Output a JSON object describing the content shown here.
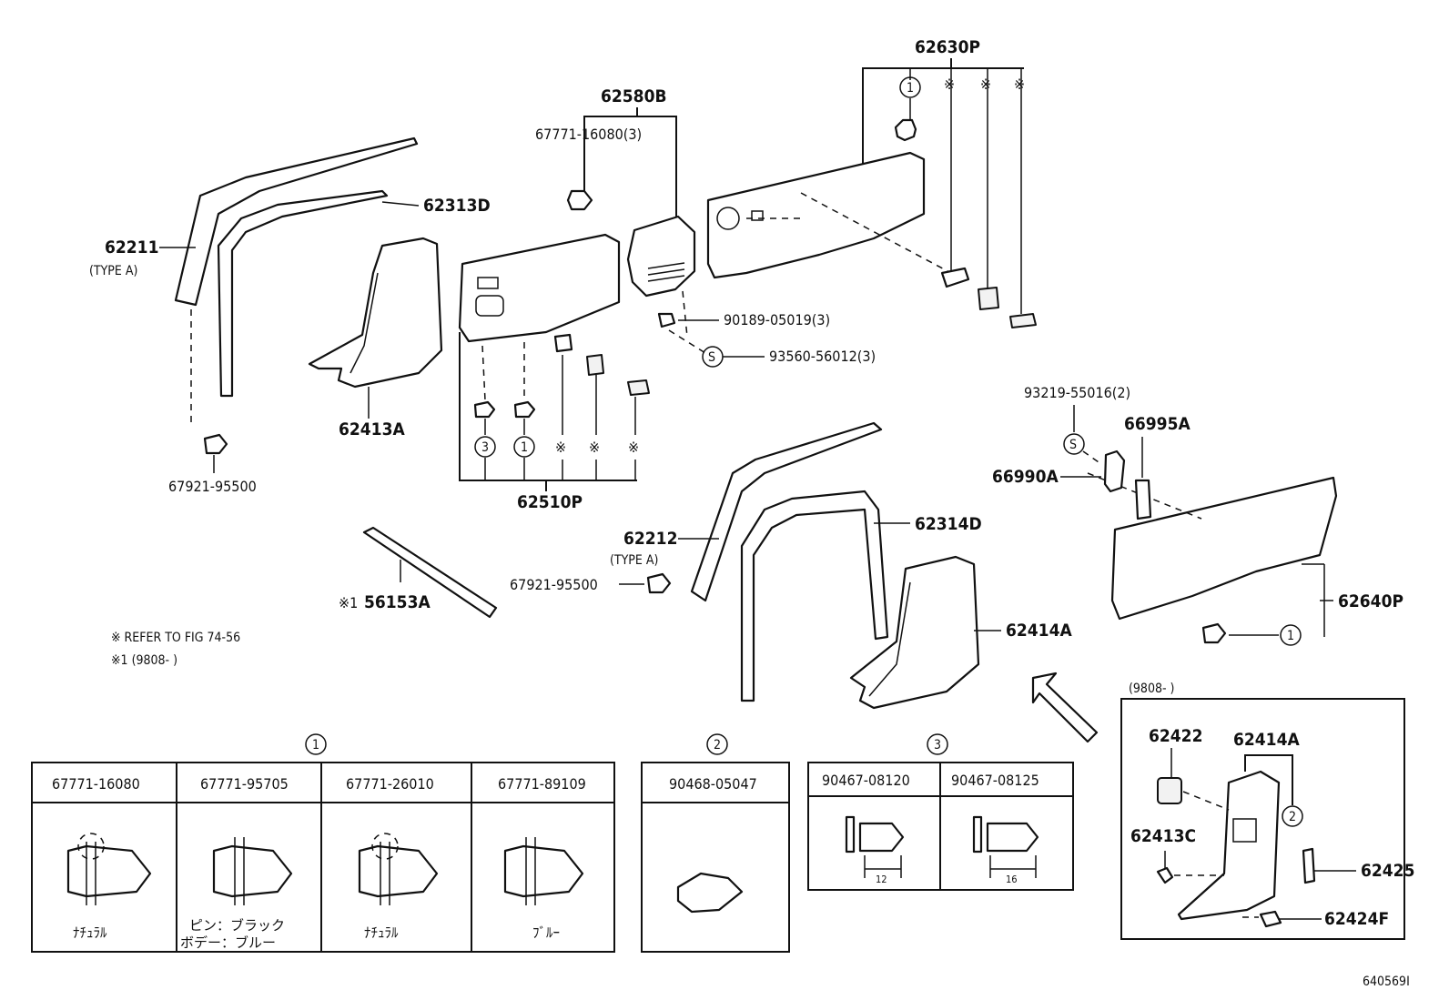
{
  "labels": {
    "p62630P": "62630P",
    "p62580B": "62580B",
    "p67771_16080_3": "67771-16080(3)",
    "p62313D": "62313D",
    "p62211": "62211",
    "typeA_1": "(TYPE A)",
    "p62413A": "62413A",
    "p67921_95500_a": "67921-95500",
    "p62510P": "62510P",
    "p90189": "90189-05019(3)",
    "p93560": "93560-56012(3)",
    "p93219": "93219-55016(2)",
    "p66995A": "66995A",
    "p66990A": "66990A",
    "p62212": "62212",
    "typeA_2": "(TYPE A)",
    "p62314D": "62314D",
    "p67921_95500_b": "67921-95500",
    "p62640P": "62640P",
    "p62414A": "62414A",
    "p56153A": "56153A",
    "note1": "※ REFER TO FIG 74-56",
    "note2": "※1 (9808-        )",
    "inset_range": "(9808-        )",
    "i62422": "62422",
    "i62414A": "62414A",
    "i62413C": "62413C",
    "i62425": "62425",
    "i62424F": "62424F",
    "fig_id": "640569I",
    "mark_circ1": "1",
    "mark_circ2": "2",
    "mark_circ3": "3",
    "mark_s": "S",
    "mark_ref": "※",
    "mark_ref1": "※1"
  },
  "legend": {
    "group1": {
      "marker": "1",
      "items": [
        {
          "part": "67771-16080",
          "note": "ﾅﾁｭﾗﾙ"
        },
        {
          "part": "67771-95705",
          "note": "ピン：ブラック",
          "note2": "ボデー：ブルー"
        },
        {
          "part": "67771-26010",
          "note": "ﾅﾁｭﾗﾙ"
        },
        {
          "part": "67771-89109",
          "note": "ﾌﾞﾙｰ"
        }
      ]
    },
    "group2": {
      "marker": "2",
      "items": [
        {
          "part": "90468-05047"
        }
      ]
    },
    "group3": {
      "marker": "3",
      "items": [
        {
          "part": "90467-08120",
          "dim": "12"
        },
        {
          "part": "90467-08125",
          "dim": "16"
        }
      ]
    }
  }
}
